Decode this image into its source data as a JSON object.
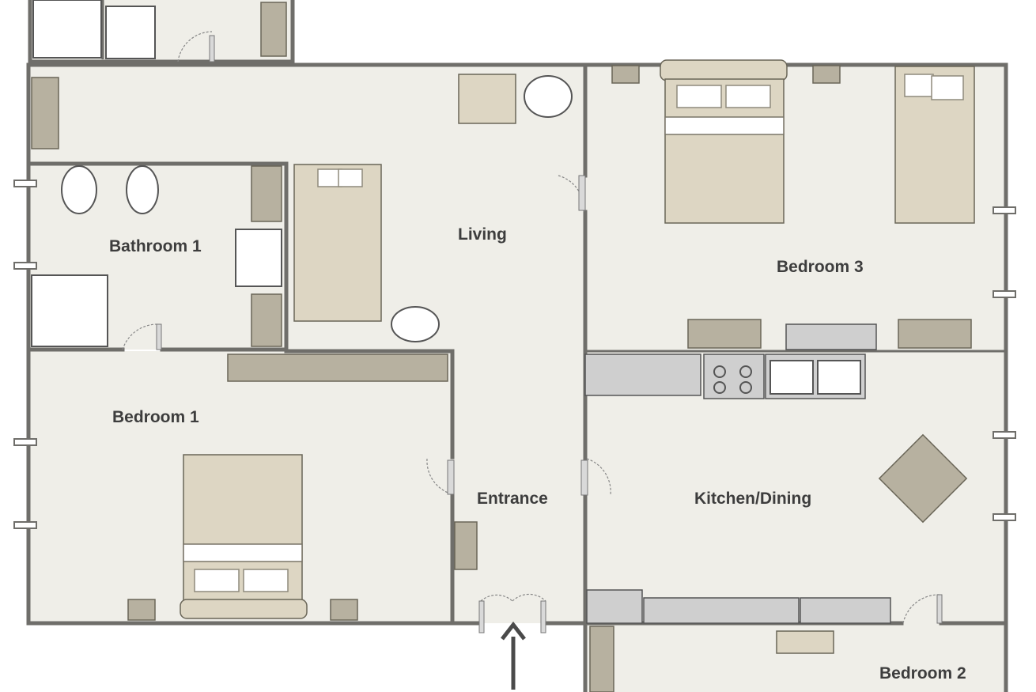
{
  "rooms": {
    "bathroom1": "Bathroom 1",
    "living": "Living",
    "bedroom3": "Bedroom 3",
    "bedroom1": "Bedroom 1",
    "entrance": "Entrance",
    "kitchen": "Kitchen/Dining",
    "bedroom2": "Bedroom 2"
  },
  "colors": {
    "floor": "#efeee8",
    "wall": "#6f6e6a",
    "furniture": "#b7b1a0",
    "bed": "#ddd6c3",
    "label": "#3d3d3d"
  },
  "icons": [
    "bed-icon",
    "toilet-icon",
    "bidet-icon",
    "sink-icon",
    "shower-icon",
    "sofa-icon",
    "armchair-icon",
    "table-icon",
    "stove-icon",
    "kitchen-sink-icon",
    "door-icon",
    "entrance-arrow-icon"
  ]
}
